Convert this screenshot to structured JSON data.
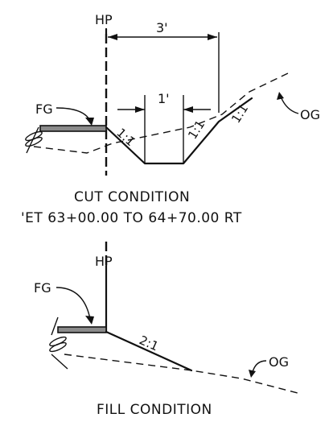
{
  "cut": {
    "hp": "HP",
    "dim_top": "3'",
    "dim_bottom": "1'",
    "fg": "FG",
    "og": "OG",
    "slope_left": "1:1",
    "slope_mid": "1:1",
    "slope_right": "1:1",
    "title": "CUT CONDITION",
    "station": "'ET 63+00.00 TO 64+70.00 RT"
  },
  "fill": {
    "hp": "HP",
    "fg": "FG",
    "og": "OG",
    "slope": "2:1",
    "title": "FILL CONDITION"
  }
}
